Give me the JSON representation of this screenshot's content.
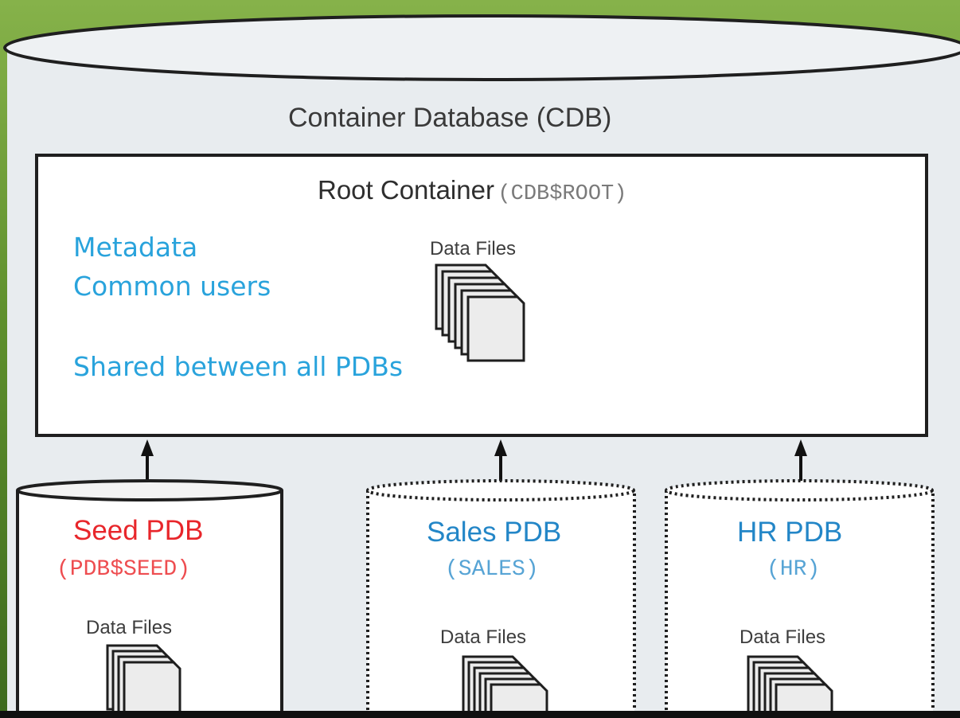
{
  "colors": {
    "frame_green": "#6c9a3c",
    "cdb_fill": "#e8ecef",
    "box_stroke": "#222222",
    "blue_text": "#29a3dc",
    "seed_red": "#e8262b",
    "pdb_blue": "#2386c7"
  },
  "cdb": {
    "title": "Container Database (CDB)"
  },
  "root": {
    "title": "Root Container",
    "code": "(CDB$ROOT)",
    "lines": [
      "Metadata",
      "Common users",
      "Shared between all PDBs"
    ],
    "data_files_label": "Data Files"
  },
  "pdbs": [
    {
      "name": "Seed PDB",
      "code": "(PDB$SEED)",
      "data_files_label": "Data Files",
      "border": "solid"
    },
    {
      "name": "Sales PDB",
      "code": "(SALES)",
      "data_files_label": "Data Files",
      "border": "dotted"
    },
    {
      "name": "HR PDB",
      "code": "(HR)",
      "data_files_label": "Data Files",
      "border": "dotted"
    }
  ],
  "icons": {
    "data_files": "stacked-document-icon",
    "arrow": "arrow-up-icon",
    "cylinder_top": "cylinder-top-icon"
  }
}
